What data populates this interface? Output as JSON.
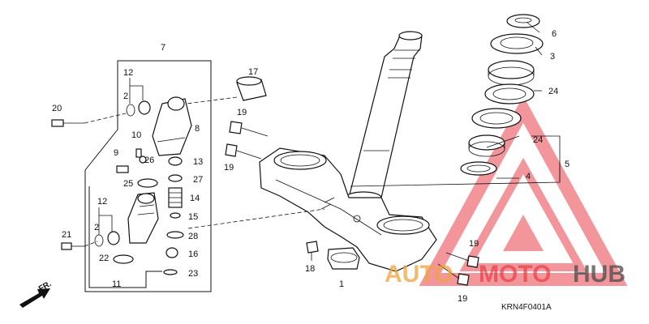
{
  "diagram": {
    "code": "KRN4F0401A",
    "direction": "FR.",
    "labels": {
      "l1": "1",
      "l2a": "2",
      "l2b": "2",
      "l3": "3",
      "l4": "4",
      "l5": "5",
      "l6": "6",
      "l7": "7",
      "l8": "8",
      "l9": "9",
      "l10": "10",
      "l11": "11",
      "l12a": "12",
      "l12b": "12",
      "l13": "13",
      "l14": "14",
      "l15": "15",
      "l16": "16",
      "l17": "17",
      "l18": "18",
      "l19a": "19",
      "l19b": "19",
      "l19c": "19",
      "l19d": "19",
      "l20": "20",
      "l21": "21",
      "l22": "22",
      "l23": "23",
      "l24a": "24",
      "l24b": "24",
      "l25": "25",
      "l26": "26",
      "l27": "27",
      "l28": "28"
    }
  },
  "watermark": {
    "word_a": "AUTO",
    "word_b": "MOTO",
    "word_c": "HUB",
    "color_a": "#f0a43a",
    "color_b": "#e8424a",
    "color_c": "#4a4a4a",
    "triangle_color": "#e8424a"
  }
}
